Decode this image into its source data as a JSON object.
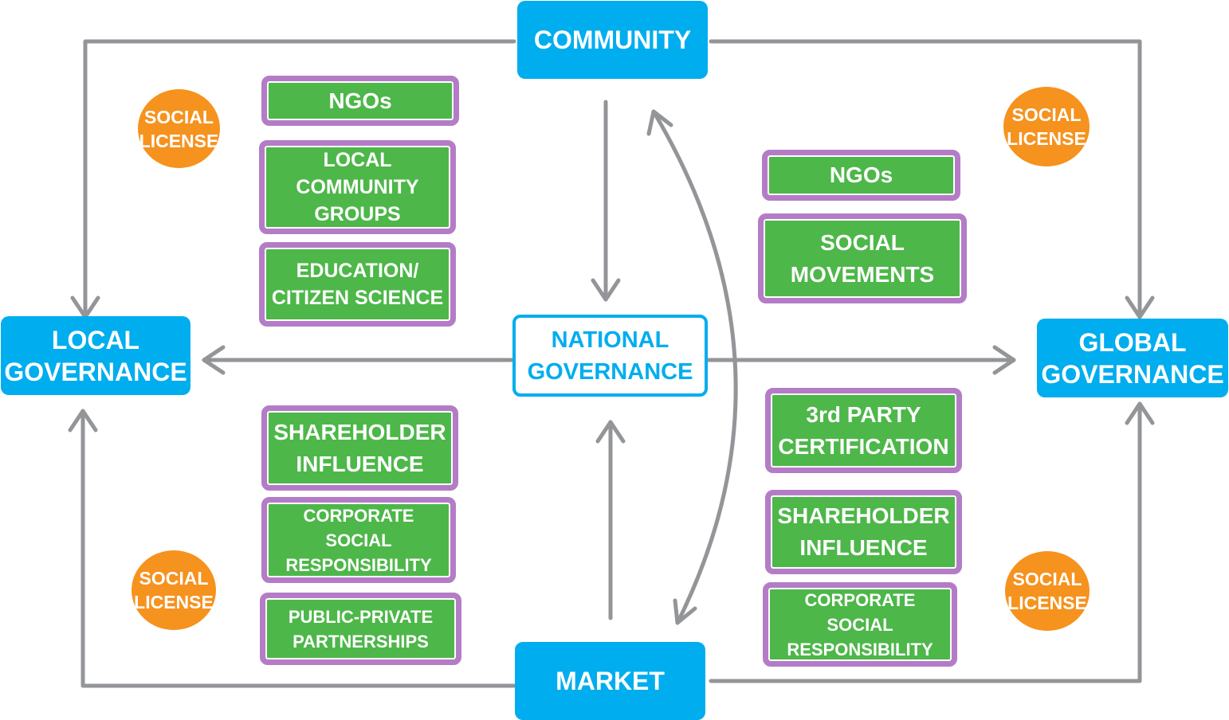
{
  "colors": {
    "blue": "#00adee",
    "green": "#4db749",
    "purple": "#b47cc6",
    "orange": "#f6921e",
    "arrow": "#939598"
  },
  "nodes": {
    "community": "COMMUNITY",
    "local_governance": "LOCAL\nGOVERNANCE",
    "national_governance": "NATIONAL\nGOVERNANCE",
    "global_governance": "GLOBAL\nGOVERNANCE",
    "market": "MARKET"
  },
  "upper_left": {
    "ngos": "NGOs",
    "local_community_groups": "LOCAL\nCOMMUNITY\nGROUPS",
    "education_citizen_science": "EDUCATION/\nCITIZEN SCIENCE"
  },
  "upper_right": {
    "ngos": "NGOs",
    "social_movements": "SOCIAL\nMOVEMENTS"
  },
  "lower_left": {
    "shareholder_influence": "SHAREHOLDER\nINFLUENCE",
    "corporate_social_responsibility": "CORPORATE\nSOCIAL\nRESPONSIBILITY",
    "public_private_partnerships": "PUBLIC-PRIVATE\nPARTNERSHIPS"
  },
  "lower_right": {
    "third_party_certification": "3rd PARTY\nCERTIFICATION",
    "shareholder_influence": "SHAREHOLDER\nINFLUENCE",
    "corporate_social_responsibility": "CORPORATE\nSOCIAL\nRESPONSIBILITY"
  },
  "social_license": {
    "top_left": "SOCIAL\nLICENSE",
    "top_right": "SOCIAL\nLICENSE",
    "bottom_left": "SOCIAL\nLICENSE",
    "bottom_right": "SOCIAL\nLICENSE"
  }
}
